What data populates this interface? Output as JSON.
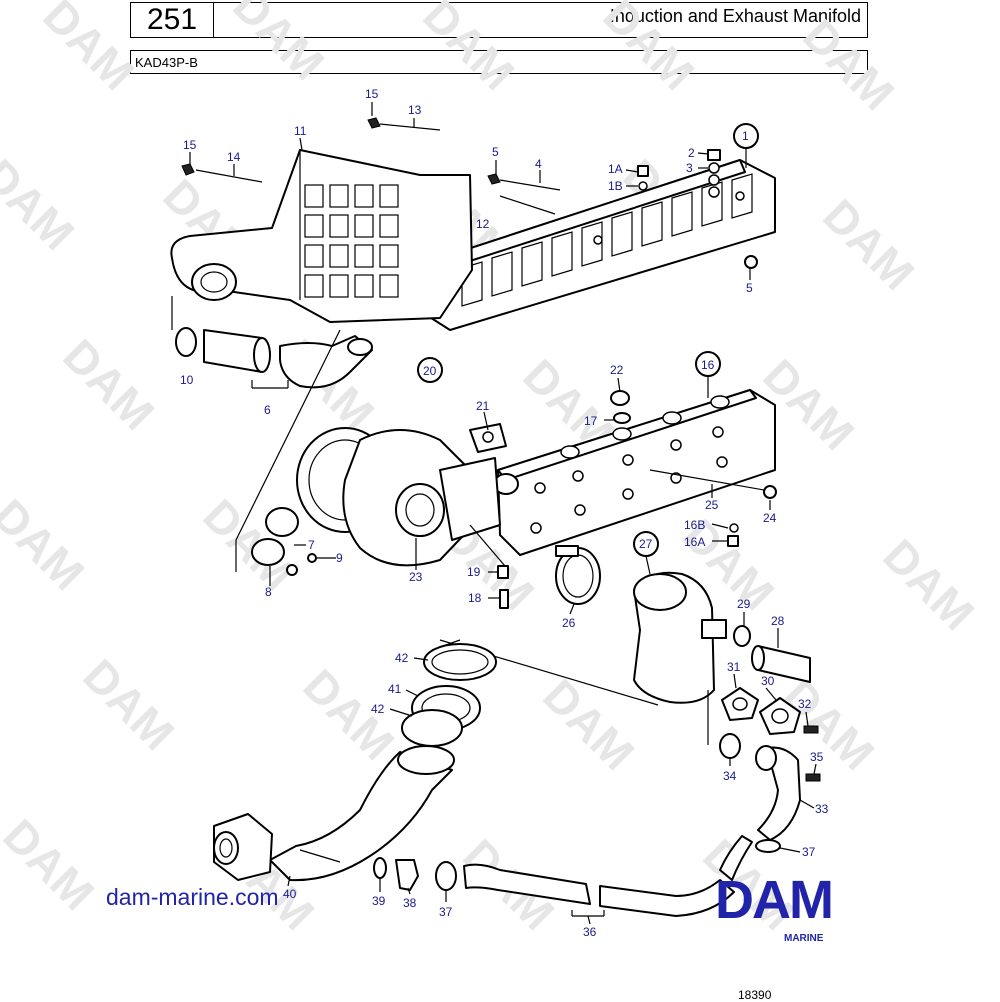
{
  "header": {
    "page_number": "251",
    "title": "Induction and Exhaust Manifold",
    "model": "KAD43P-B"
  },
  "watermark": {
    "text": "DAM"
  },
  "brand": {
    "logo_text": "DAM",
    "logo_sub": "MARINE",
    "website": "dam-marine.com",
    "color": "#2124a8"
  },
  "drawing_number": "18390",
  "labels": [
    {
      "id": "l15a",
      "text": "15"
    },
    {
      "id": "l13",
      "text": "13"
    },
    {
      "id": "l15b",
      "text": "15"
    },
    {
      "id": "l14",
      "text": "14"
    },
    {
      "id": "l11",
      "text": "11"
    },
    {
      "id": "l5a",
      "text": "5"
    },
    {
      "id": "l4",
      "text": "4"
    },
    {
      "id": "l1A",
      "text": "1A"
    },
    {
      "id": "l1B",
      "text": "1B"
    },
    {
      "id": "l2",
      "text": "2"
    },
    {
      "id": "l3",
      "text": "3"
    },
    {
      "id": "l1",
      "text": "1"
    },
    {
      "id": "l12",
      "text": "12"
    },
    {
      "id": "l5b",
      "text": "5"
    },
    {
      "id": "l10",
      "text": "10"
    },
    {
      "id": "l6",
      "text": "6"
    },
    {
      "id": "l20",
      "text": "20"
    },
    {
      "id": "l22",
      "text": "22"
    },
    {
      "id": "l16",
      "text": "16"
    },
    {
      "id": "l21",
      "text": "21"
    },
    {
      "id": "l17",
      "text": "17"
    },
    {
      "id": "l25",
      "text": "25"
    },
    {
      "id": "l24",
      "text": "24"
    },
    {
      "id": "l16B",
      "text": "16B"
    },
    {
      "id": "l16A",
      "text": "16A"
    },
    {
      "id": "l7",
      "text": "7"
    },
    {
      "id": "l9",
      "text": "9"
    },
    {
      "id": "l8",
      "text": "8"
    },
    {
      "id": "l23",
      "text": "23"
    },
    {
      "id": "l19",
      "text": "19"
    },
    {
      "id": "l18",
      "text": "18"
    },
    {
      "id": "l26",
      "text": "26"
    },
    {
      "id": "l27",
      "text": "27"
    },
    {
      "id": "l29",
      "text": "29"
    },
    {
      "id": "l28",
      "text": "28"
    },
    {
      "id": "l42a",
      "text": "42"
    },
    {
      "id": "l41",
      "text": "41"
    },
    {
      "id": "l42b",
      "text": "42"
    },
    {
      "id": "l31",
      "text": "31"
    },
    {
      "id": "l30",
      "text": "30"
    },
    {
      "id": "l32",
      "text": "32"
    },
    {
      "id": "l34",
      "text": "34"
    },
    {
      "id": "l35",
      "text": "35"
    },
    {
      "id": "l33",
      "text": "33"
    },
    {
      "id": "l37a",
      "text": "37"
    },
    {
      "id": "l40",
      "text": "40"
    },
    {
      "id": "l39",
      "text": "39"
    },
    {
      "id": "l38",
      "text": "38"
    },
    {
      "id": "l37b",
      "text": "37"
    },
    {
      "id": "l36",
      "text": "36"
    }
  ]
}
